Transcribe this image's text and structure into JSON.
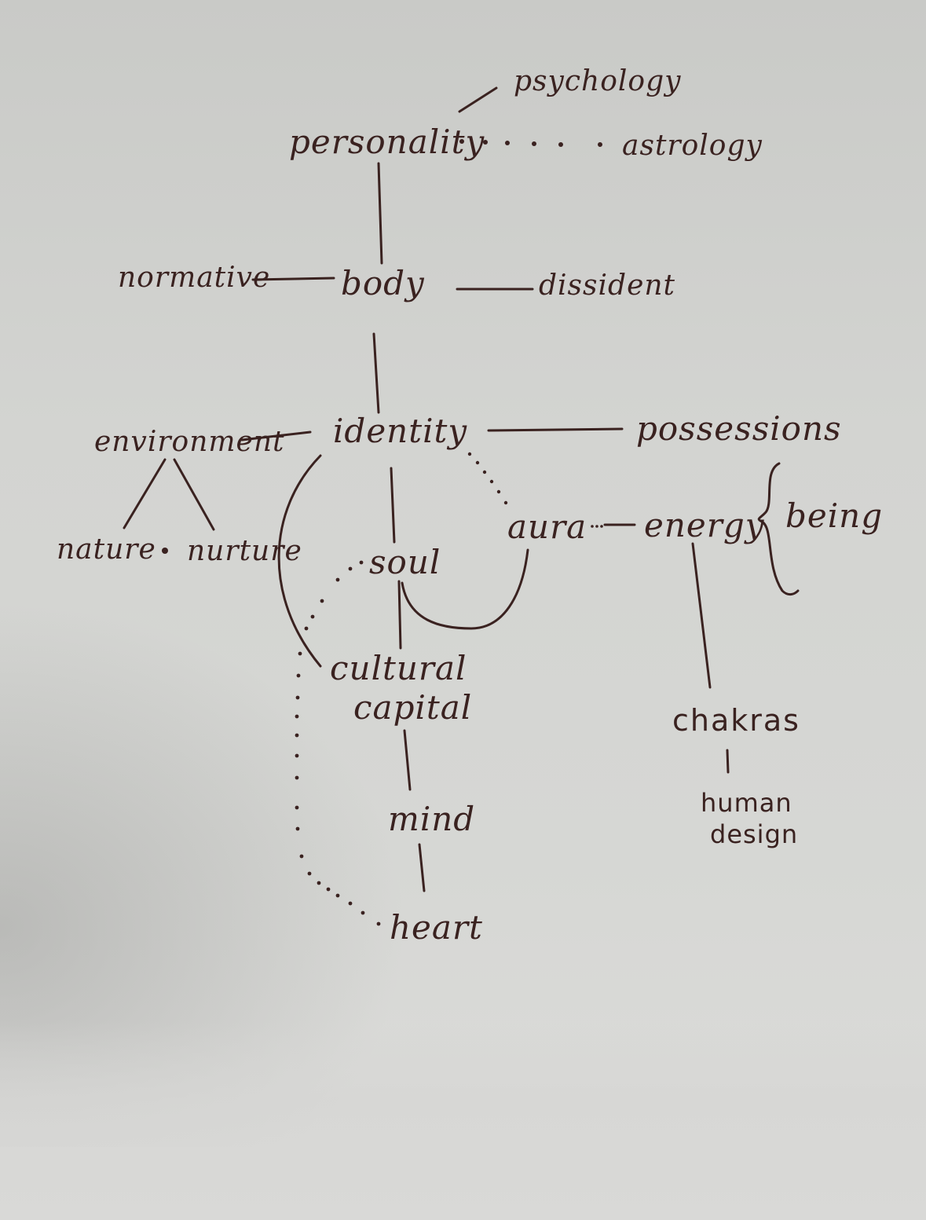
{
  "diagram": {
    "nodes": {
      "psychology": "psychology",
      "personality": "personality",
      "astrology": "astrology",
      "normative": "normative",
      "body": "body",
      "dissident": "dissident",
      "environment": "environment",
      "identity": "identity",
      "possessions": "possessions",
      "nature": "nature",
      "nurture": "nurture",
      "aura": "aura",
      "energy": "energy",
      "being": "being",
      "soul": "soul",
      "cultural": "cultural",
      "capital": "capital",
      "chakras": "chakras",
      "mind": "mind",
      "human": "human",
      "design": "design",
      "heart": "heart"
    },
    "colors": {
      "ink": "#3a2220",
      "paper": "#d3d4d1"
    }
  }
}
